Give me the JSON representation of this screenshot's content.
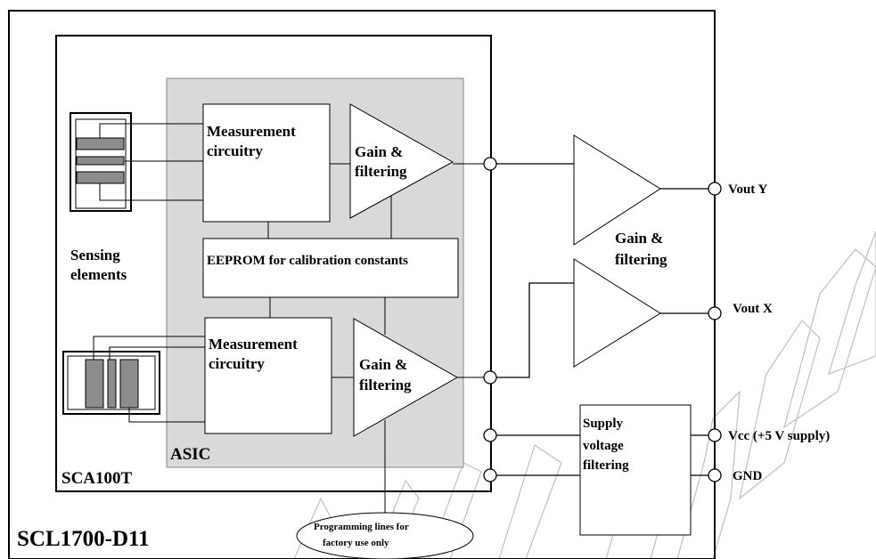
{
  "colors": {
    "line": "#000000",
    "asic_fill": "#d9d9d9",
    "sensor_fill": "#8c8c8c",
    "background": "#ffffff",
    "watermark": "#bfbfbf"
  },
  "labels": {
    "outer_module": "SCL1700-D11",
    "inner_module": "SCA100T",
    "asic": "ASIC",
    "measurement_upper": [
      "Measurement",
      "circuitry"
    ],
    "measurement_lower": [
      "Measurement",
      "circuitry"
    ],
    "gain_upper": [
      "Gain &",
      "filtering"
    ],
    "gain_lower": [
      "Gain &",
      "filtering"
    ],
    "gain_output": [
      "Gain &",
      "filtering"
    ],
    "eeprom": "EEPROM for calibration constants",
    "sensing": [
      "Sensing",
      "elements"
    ],
    "supply": [
      "Supply",
      "voltage",
      "filtering"
    ],
    "programming": [
      "Programming lines for",
      "factory use only"
    ],
    "pins": {
      "vout_y": "Vout Y",
      "vout_x": "Vout X",
      "vcc": "Vcc (+5 V supply)",
      "gnd": "GND"
    }
  }
}
